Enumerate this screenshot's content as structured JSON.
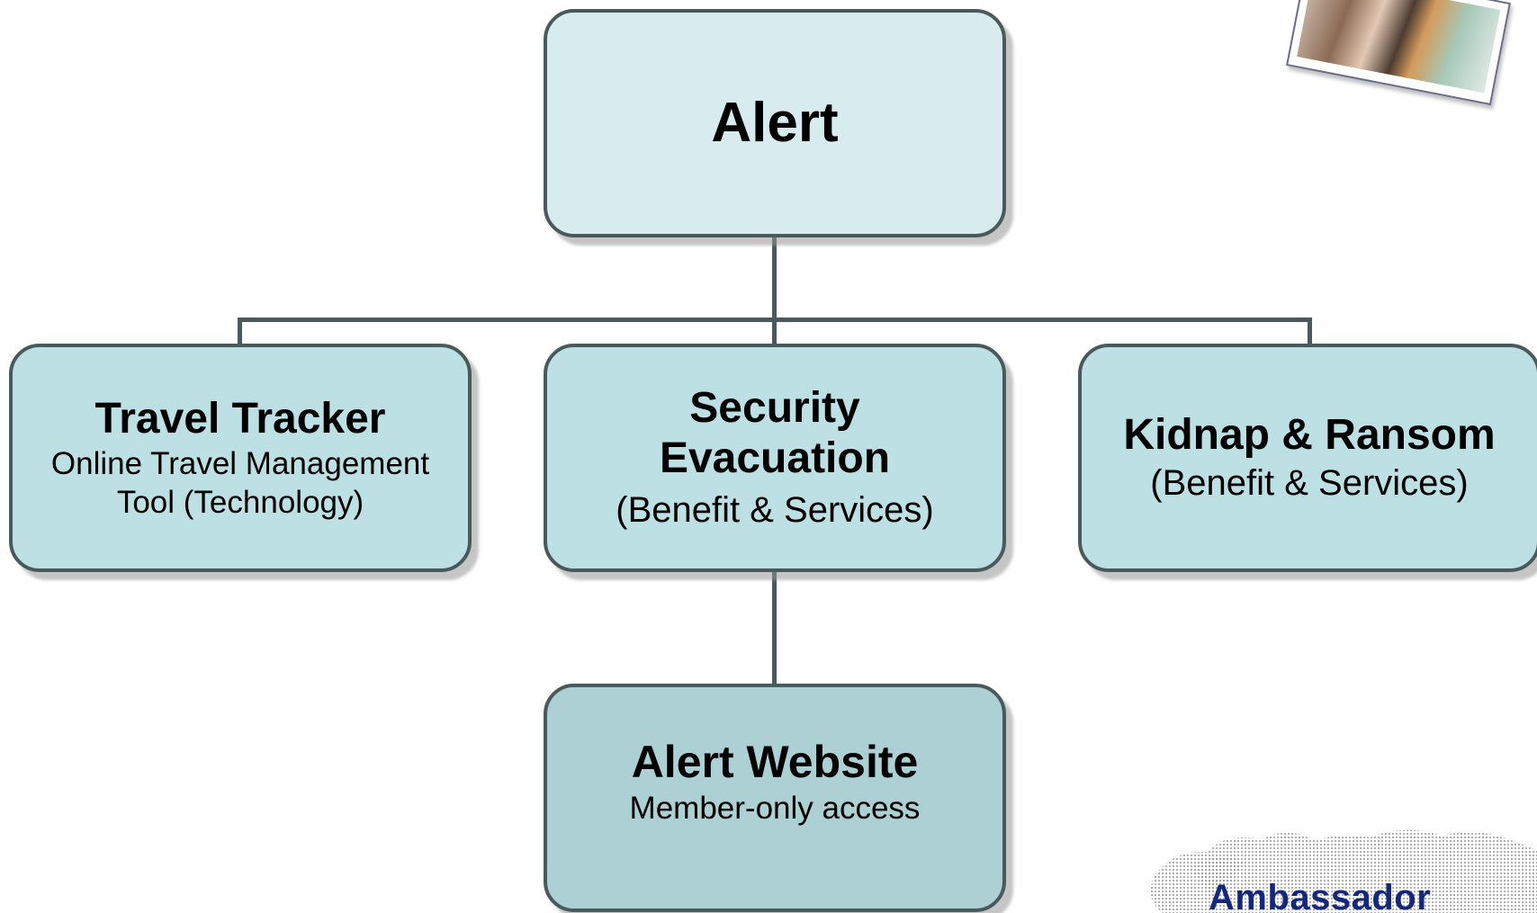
{
  "diagram": {
    "root": {
      "title": "Alert"
    },
    "children": [
      {
        "title": "Travel Tracker",
        "subtitle_lines": [
          "Online Travel Management",
          "Tool (Technology)"
        ]
      },
      {
        "title_lines": [
          "Security",
          "Evacuation"
        ],
        "subtitle_lines": [
          "(Benefit & Services)"
        ]
      },
      {
        "title": "Kidnap & Ransom",
        "subtitle_lines": [
          "(Benefit & Services)"
        ]
      }
    ],
    "leaf": {
      "title": "Alert Website",
      "subtitle": "Member-only access"
    }
  },
  "branding": {
    "logo_text": "Ambassador"
  },
  "colors": {
    "box_top": "#d8ecef",
    "box_mid": "#bde0e4",
    "box_bottom": "#acd0d3",
    "border": "#4a5a5c",
    "brand": "#13287a"
  }
}
